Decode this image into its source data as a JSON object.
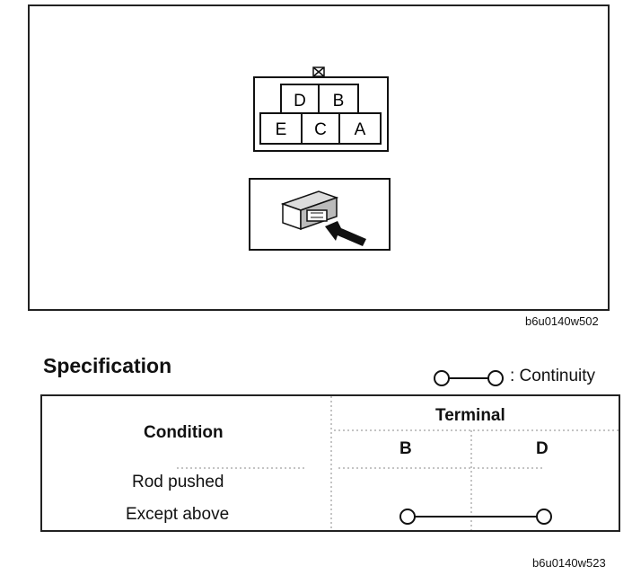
{
  "connector": {
    "pins_top": [
      "D",
      "B"
    ],
    "pins_bottom": [
      "E",
      "C",
      "A"
    ]
  },
  "diagram_code": "b6u0140w502",
  "specification": {
    "title": "Specification",
    "legend_label": ": Continuity",
    "header_condition": "Condition",
    "header_terminal": "Terminal",
    "terminals": [
      "B",
      "D"
    ],
    "rows": [
      {
        "condition": "Rod pushed",
        "continuity": false
      },
      {
        "condition": "Except above",
        "continuity": true
      }
    ]
  },
  "table_code": "b6u0140w523"
}
